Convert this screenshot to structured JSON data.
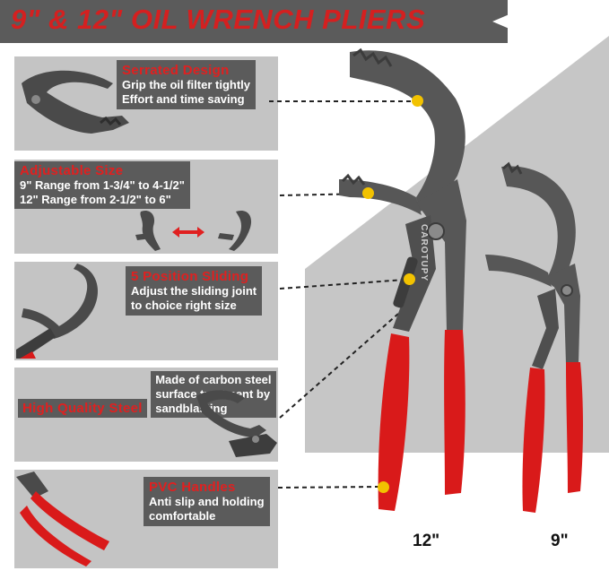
{
  "title": "9\" & 12\" OIL WRENCH PLIERS",
  "features": [
    {
      "heading": "Serrated Design",
      "lines": [
        "Grip the oil filter tightly",
        "Effort and time saving"
      ]
    },
    {
      "heading": "Adjustable Size",
      "lines": [
        "9\" Range from 1-3/4\" to 4-1/2\"",
        "12\" Range from 2-1/2\" to 6\""
      ]
    },
    {
      "heading": "5 Position Sliding",
      "lines": [
        "Adjust the sliding joint",
        "to choice right size"
      ]
    },
    {
      "heading": "High Quality Steel",
      "lines": [
        "Made of carbon steel",
        "surface treatment by",
        "sandblasting"
      ]
    },
    {
      "heading": "PVC Handles",
      "lines": [
        "Anti slip and holding",
        "comfortable"
      ]
    }
  ],
  "brand": "CAROTUPY",
  "sizes": {
    "large": "12\"",
    "small": "9\""
  },
  "colors": {
    "accent_red": "#d42020",
    "panel_gray": "#c4c4c4",
    "label_gray": "#5b5b5b",
    "dot_yellow": "#f2c200",
    "handle_red": "#d91a1a"
  }
}
